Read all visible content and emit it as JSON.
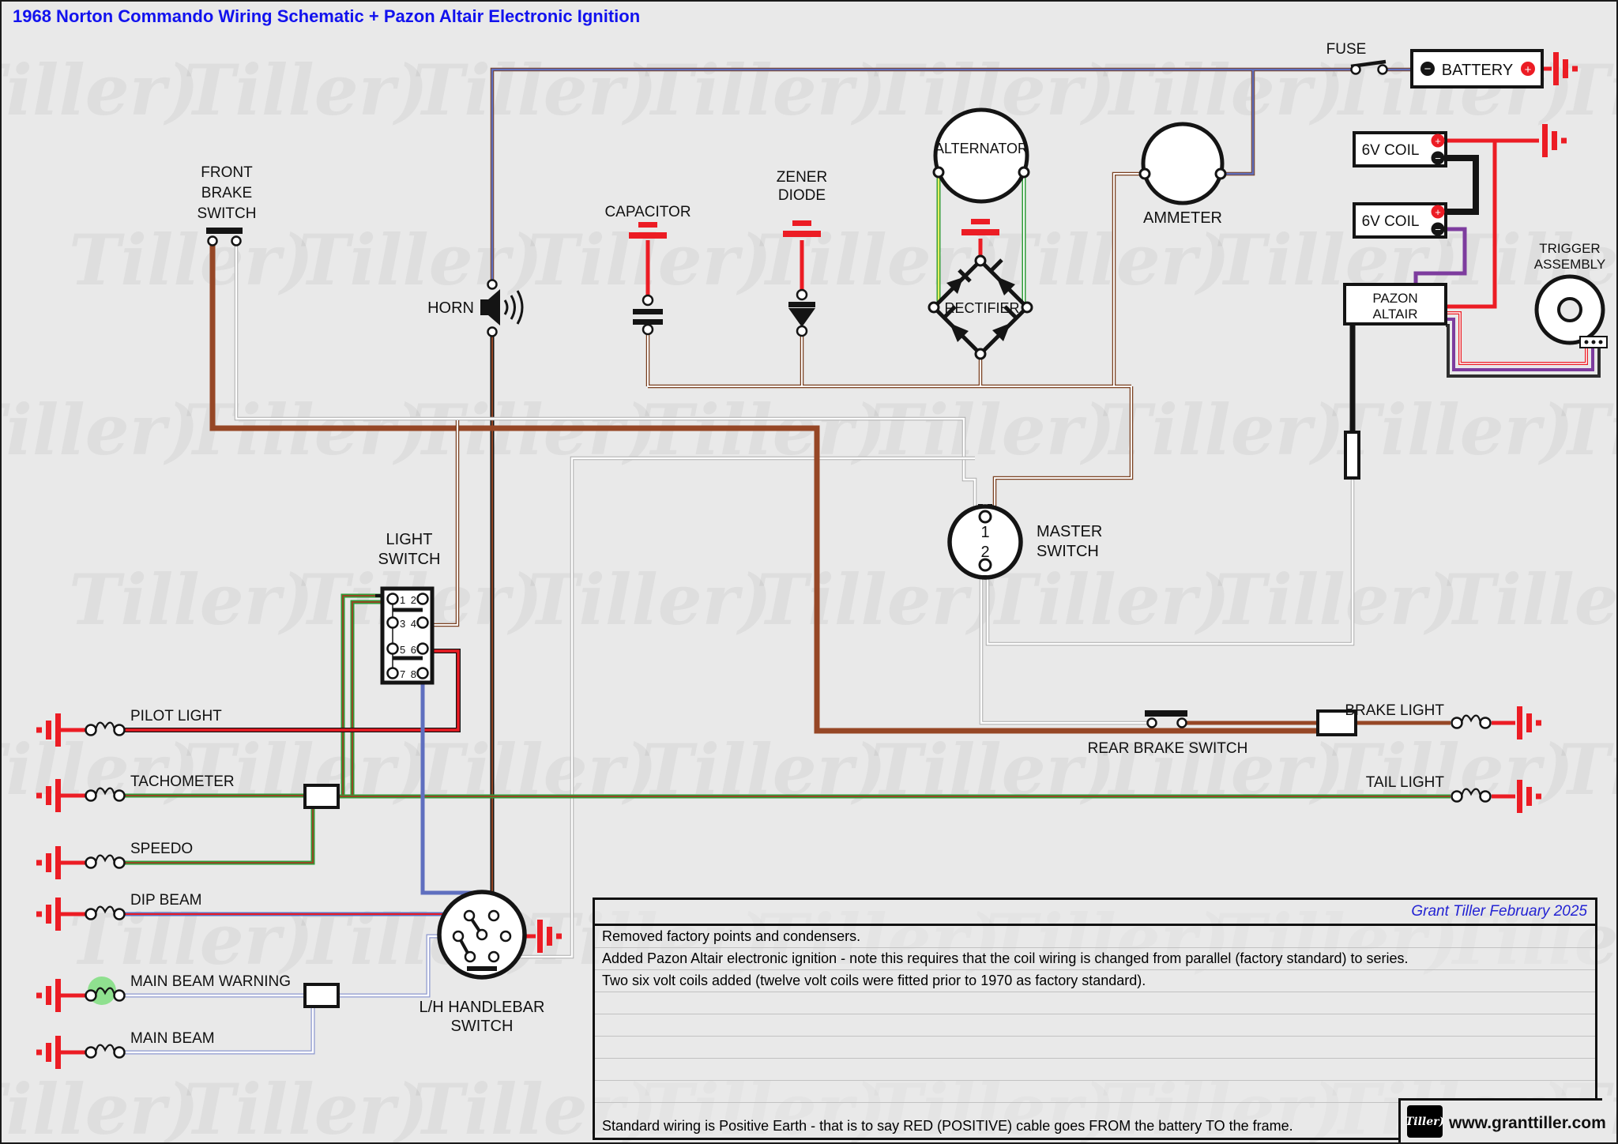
{
  "title": "1968 Norton Commando Wiring Schematic + Pazon Altair Electronic Ignition",
  "colors": {
    "bg": "#e9e9e9",
    "title-blue": "#1212ee",
    "note-blue": "#2323d3",
    "red": "#ec1c24",
    "brown": "#964726",
    "brown-dark": "#7a4020",
    "blue": "#5f6fbf",
    "light-blue": "#8c97ce",
    "purple": "#7d3c9e",
    "green": "#2f9c38",
    "yellow": "#e8ef60",
    "gray-line": "#ababab"
  },
  "components": {
    "front_brake_switch": {
      "label": [
        "FRONT",
        "BRAKE",
        "SWITCH"
      ]
    },
    "horn": {
      "label": "HORN"
    },
    "capacitor": {
      "label": "CAPACITOR"
    },
    "zener_diode": {
      "label": [
        "ZENER",
        "DIODE"
      ]
    },
    "alternator": {
      "label": "ALTERNATOR"
    },
    "rectifier": {
      "label": "RECTIFIER"
    },
    "ammeter": {
      "label": "AMMETER"
    },
    "fuse": {
      "label": "FUSE"
    },
    "battery": {
      "label": "BATTERY",
      "plus": "+",
      "minus": "−"
    },
    "coil_1": {
      "label": "6V COIL",
      "plus": "+",
      "minus": "−"
    },
    "coil_2": {
      "label": "6V COIL",
      "plus": "+",
      "minus": "−"
    },
    "trigger_assembly": {
      "label": [
        "TRIGGER",
        "ASSEMBLY"
      ]
    },
    "pazon": {
      "label": [
        "PAZON",
        "ALTAIR"
      ]
    },
    "master_switch": {
      "label": [
        "MASTER",
        "SWITCH"
      ],
      "terminals": [
        "1",
        "2"
      ]
    },
    "light_switch": {
      "label": [
        "LIGHT",
        "SWITCH"
      ],
      "terminals": [
        "1",
        "2",
        "3",
        "4",
        "5",
        "6",
        "7",
        "8"
      ]
    },
    "handlebar_switch": {
      "label": [
        "L/H HANDLEBAR",
        "SWITCH"
      ]
    },
    "pilot_light": {
      "label": "PILOT LIGHT"
    },
    "tachometer": {
      "label": "TACHOMETER"
    },
    "speedo": {
      "label": "SPEEDO"
    },
    "dip_beam": {
      "label": "DIP BEAM"
    },
    "main_beam_warning": {
      "label": "MAIN BEAM WARNING"
    },
    "main_beam": {
      "label": "MAIN BEAM"
    },
    "rear_brake_switch": {
      "label": "REAR BRAKE SWITCH"
    },
    "brake_light": {
      "label": "BRAKE LIGHT"
    },
    "tail_light": {
      "label": "TAIL LIGHT"
    }
  },
  "notes": {
    "header": "Grant Tiller February 2025",
    "rows": [
      "Removed factory points and condensers.",
      "Added Pazon Altair electronic ignition - note this requires that the coil wiring is changed from parallel (factory standard) to series.",
      "Two six volt coils added (twelve volt coils were fitted prior to 1970 as factory standard).",
      "",
      "",
      "",
      "",
      "",
      "Standard wiring is Positive Earth - that is to say RED (POSITIVE) cable goes FROM the battery TO the frame."
    ]
  },
  "footer": {
    "logo": "Tiller)",
    "website": "www.granttiller.com"
  },
  "watermark": {
    "text": "Tiller)"
  }
}
